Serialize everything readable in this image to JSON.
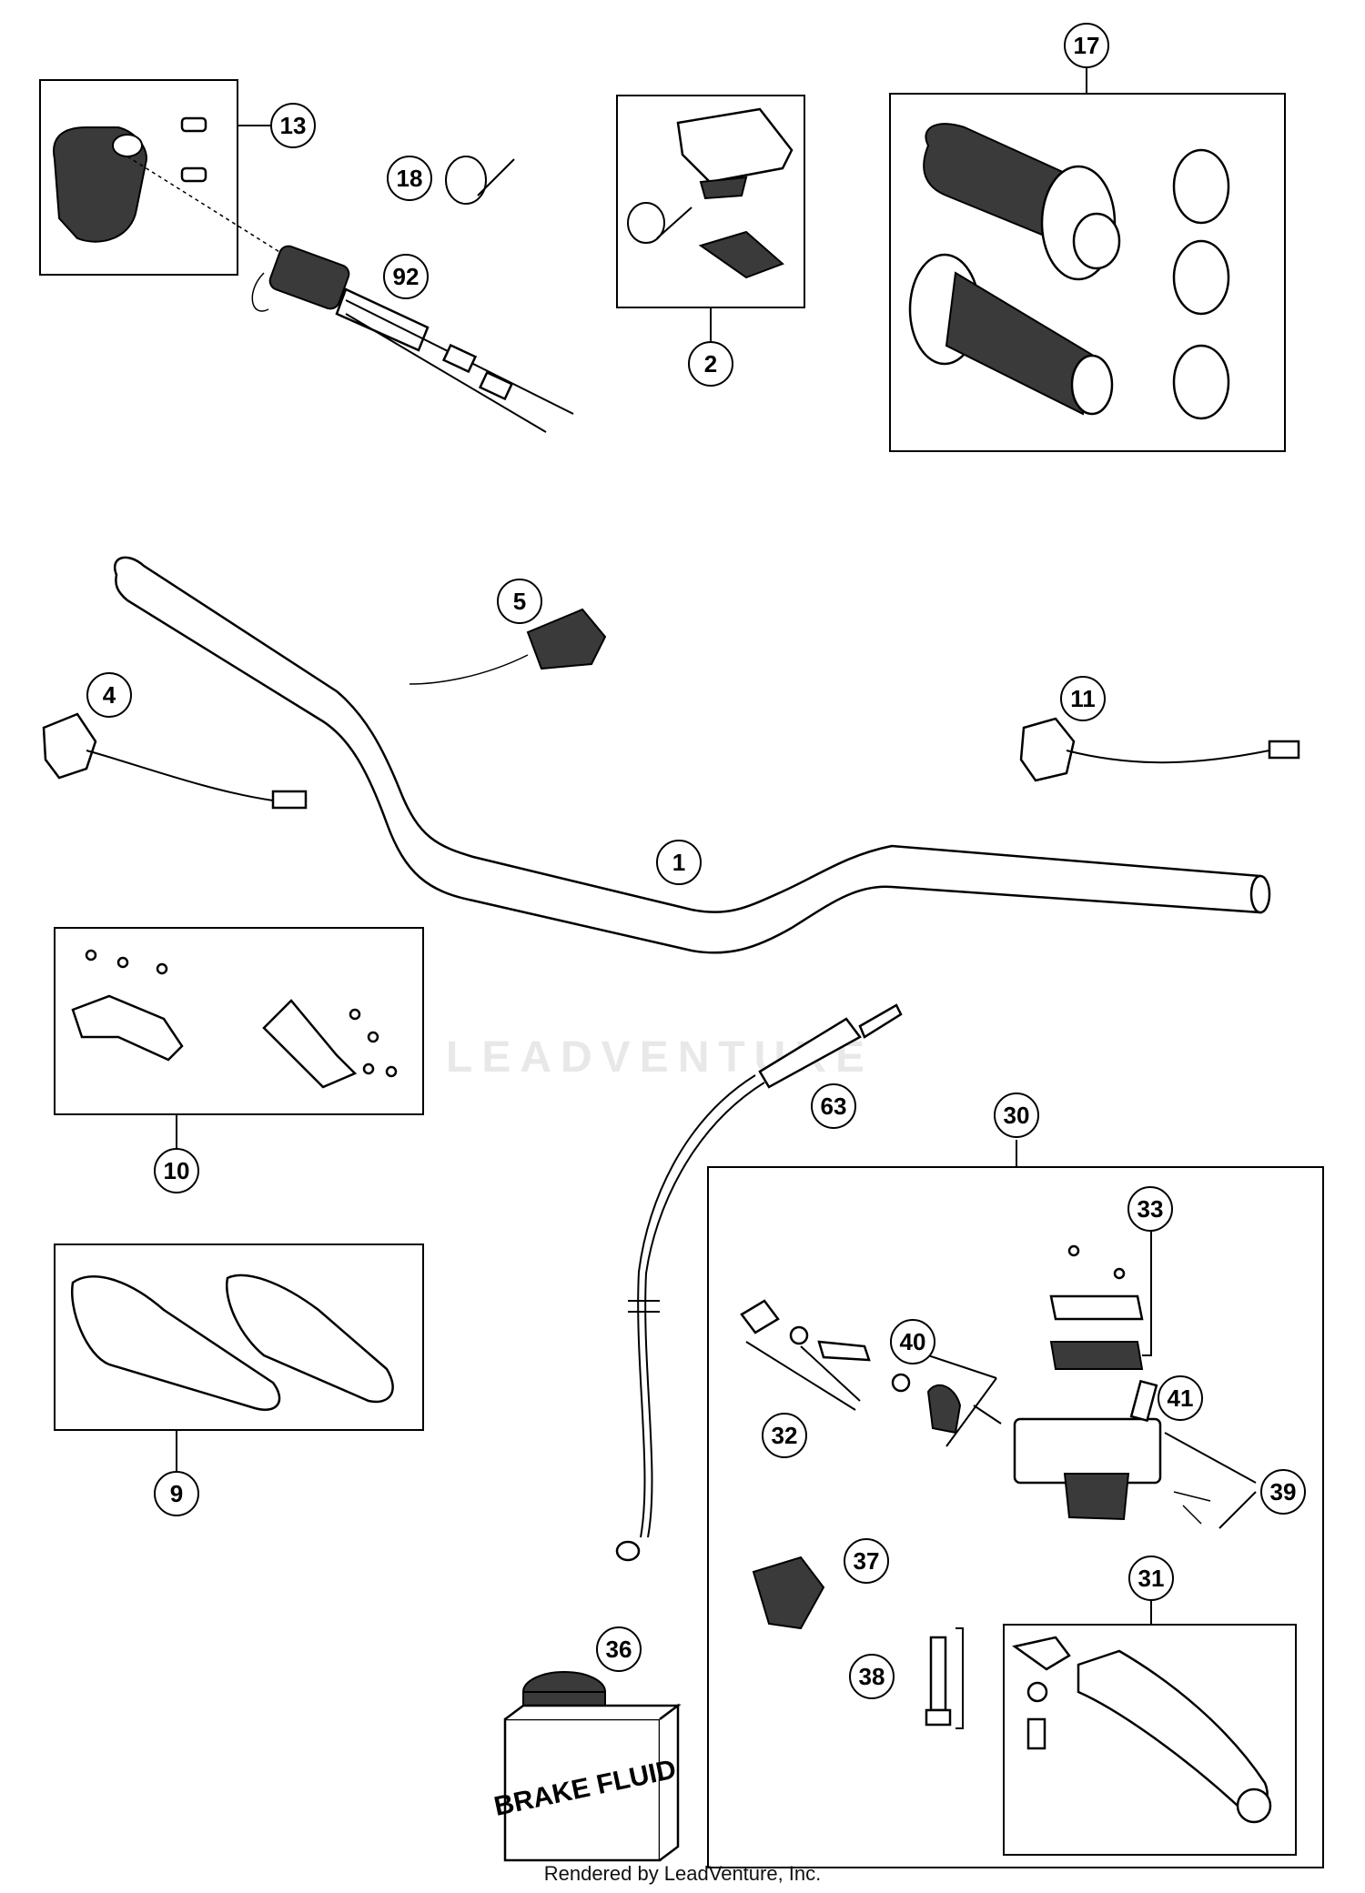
{
  "callouts": [
    "13",
    "18",
    "92",
    "2",
    "17",
    "5",
    "4",
    "11",
    "1",
    "10",
    "63",
    "30",
    "33",
    "40",
    "41",
    "32",
    "39",
    "9",
    "37",
    "31",
    "36",
    "38"
  ],
  "container": {
    "label": "BRAKE FLUID"
  },
  "watermark": "LEADVENTURE",
  "footer": "Rendered by LeadVenture, Inc."
}
